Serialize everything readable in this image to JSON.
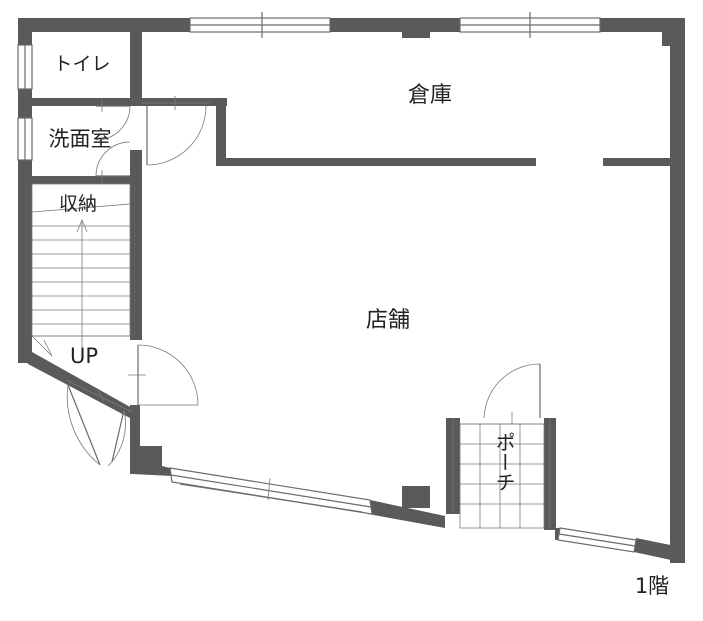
{
  "floor_label": "1階",
  "rooms": {
    "toilet": "トイレ",
    "washroom": "洗面室",
    "storage_closet": "収納",
    "warehouse": "倉庫",
    "shop": "店舗",
    "stairs_up": "UP",
    "porch": "ポーチ"
  },
  "colors": {
    "wall": "#5a5a5a",
    "line": "#6b6b6b",
    "background": "#ffffff"
  }
}
